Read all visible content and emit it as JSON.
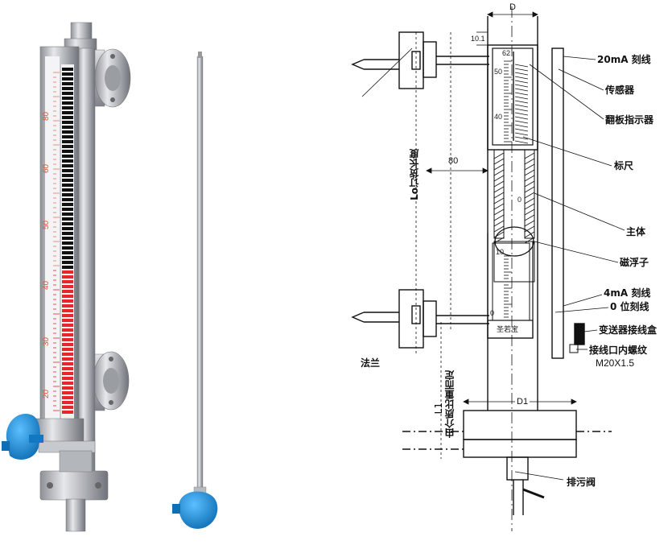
{
  "labels": {
    "ma20": "20mA 刻线",
    "sensor": "传感器",
    "indicator": "翻板指示器",
    "scale": "标尺",
    "body": "主体",
    "float": "磁浮子",
    "ma4": "4mA 刻线",
    "zero": "0 位刻线",
    "junction": "变送器接线盒",
    "thread1": "接线口内螺纹",
    "thread2": "M20X1.5",
    "flange": "法兰",
    "drain": "排污阀",
    "lo": "Lo订货长度",
    "l1a": "由介质比重而定",
    "l1b": "L1"
  },
  "dimensions": {
    "d": "D",
    "d1": "D1",
    "d80": "80",
    "d10": "10.1"
  },
  "scale_marks": {
    "top_box": "62",
    "s50": "50",
    "s40": "40",
    "s10": "10",
    "s0": "0",
    "bottom_box": "圣若宝"
  },
  "photo_scale": [
    "80",
    "60",
    "50",
    "40",
    "30",
    "20"
  ],
  "colors": {
    "steel": "#b9bcc2",
    "red": "#e8252b",
    "black": "#111111",
    "blue": "#1e8fd6"
  }
}
